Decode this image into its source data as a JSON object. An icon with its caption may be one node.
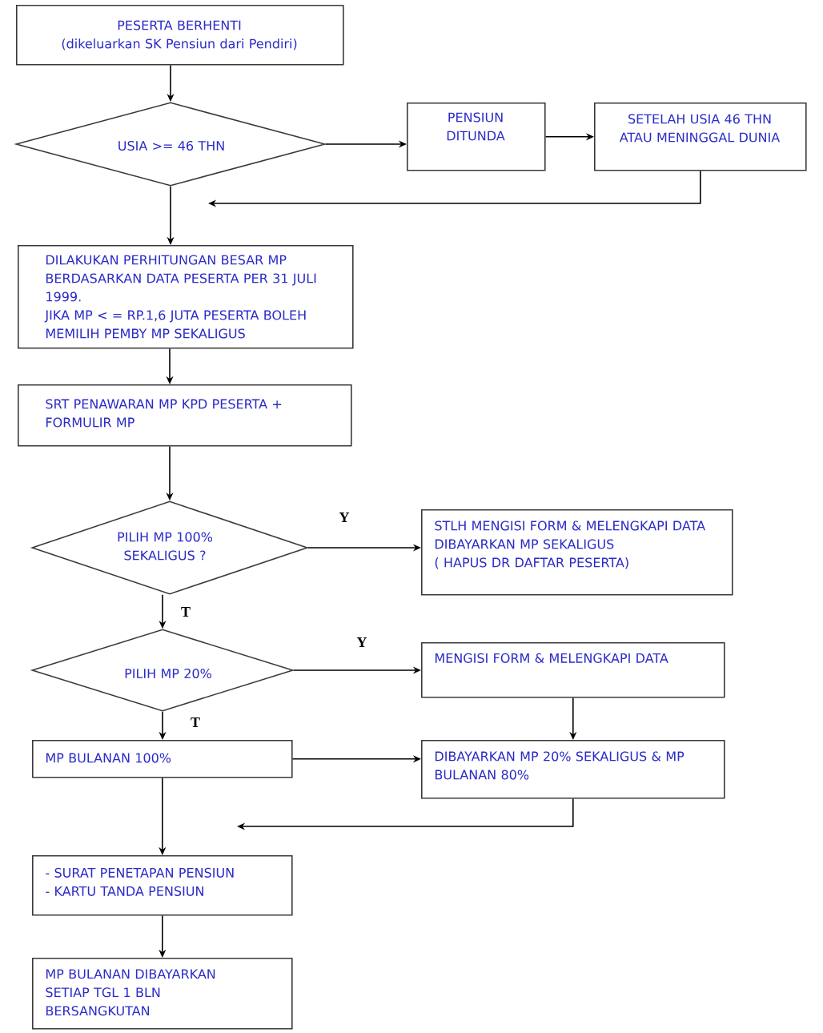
{
  "diagram": {
    "nodes": [
      {
        "text": [
          "PESERTA BERHENTI",
          "(dikeluarkan SK Pensiun dari Pendiri)"
        ]
      },
      {
        "text": [
          "USIA >= 46 THN"
        ]
      },
      {
        "text": [
          "PENSIUN DITUNDA"
        ]
      },
      {
        "text": [
          "SETELAH USIA 46 THN ATAU MENINGGAL DUNIA"
        ]
      },
      {
        "text": [
          "DILAKUKAN PERHITUNGAN BESAR MP BERDASARKAN DATA PESERTA PER 31 JULI 1999.",
          "JIKA MP < = RP.1,6 JUTA PESERTA BOLEH MEMILIH PEMBY MP SEKALIGUS"
        ]
      },
      {
        "text": [
          "SRT PENAWARAN MP KPD PESERTA + FORMULIR MP"
        ]
      },
      {
        "text": [
          "PILIH MP 100% SEKALIGUS ?"
        ]
      },
      {
        "text": [
          "STLH MENGISI FORM & MELENGKAPI DATA DIBAYARKAN MP SEKALIGUS",
          "( HAPUS DR DAFTAR PESERTA)"
        ]
      },
      {
        "text": [
          "PILIH MP 20%"
        ]
      },
      {
        "text": [
          "MENGISI FORM & MELENGKAPI DATA"
        ]
      },
      {
        "text": [
          "MP BULANAN 100%"
        ]
      },
      {
        "text": [
          "DIBAYARKAN MP 20% SEKALIGUS & MP BULANAN 80%"
        ]
      },
      {
        "text": [
          "- SURAT PENETAPAN PENSIUN",
          "- KARTU TANDA PENSIUN"
        ]
      },
      {
        "text": [
          "MP BULANAN DIBAYARKAN SETIAP TGL 1 BLN BERSANGKUTAN"
        ]
      }
    ],
    "edges": [
      {
        "from": 0,
        "to": 1,
        "arrow": "to"
      },
      {
        "from": 1,
        "to": 2,
        "arrow": "to"
      },
      {
        "from": 2,
        "to": 3,
        "arrow": "to"
      },
      {
        "from": 3,
        "to": null,
        "arrow": "to"
      },
      {
        "from": 1,
        "to": 4,
        "arrow": "to"
      },
      {
        "from": 4,
        "to": 5,
        "arrow": "to"
      },
      {
        "from": 5,
        "to": 6,
        "arrow": "to"
      },
      {
        "from": 6,
        "to": 7,
        "arrow": "to",
        "label": "Y"
      },
      {
        "from": 6,
        "to": 8,
        "arrow": "to",
        "label": "T"
      },
      {
        "from": 8,
        "to": 9,
        "arrow": "to",
        "label": "Y"
      },
      {
        "from": 9,
        "to": 11,
        "arrow": "to"
      },
      {
        "from": 8,
        "to": 10,
        "arrow": "to",
        "label": "T"
      },
      {
        "from": 10,
        "to": 11,
        "arrow": "to"
      },
      {
        "from": 11,
        "to": null,
        "arrow": "to"
      },
      {
        "from": 10,
        "to": 12,
        "arrow": "to"
      },
      {
        "from": 12,
        "to": 13,
        "arrow": "to"
      }
    ]
  }
}
